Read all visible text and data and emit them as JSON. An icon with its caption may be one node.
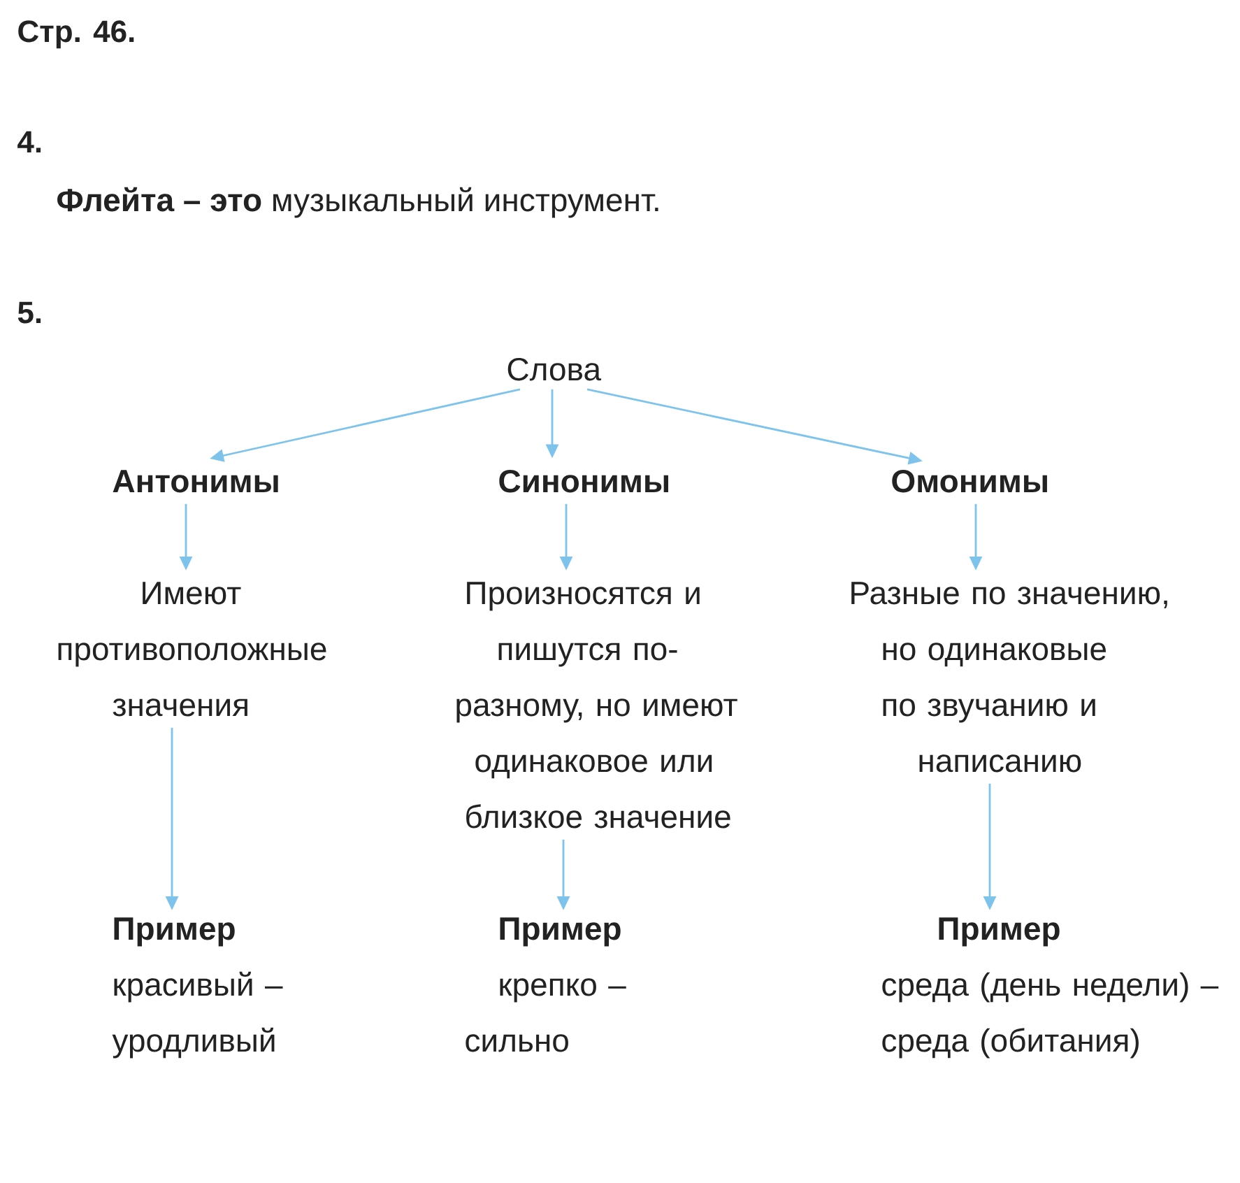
{
  "diagram": {
    "nodes": [
      {
        "text": [
          "Слова"
        ]
      },
      {
        "text": [
          "Антонимы"
        ]
      },
      {
        "text": [
          "Синонимы"
        ]
      },
      {
        "text": [
          "Омонимы"
        ]
      },
      {
        "text": [
          "Имеют противоположные значения"
        ]
      },
      {
        "text": [
          "Произносятся и пишутся по-разному, но имеют одинаковое или близкое значение"
        ]
      },
      {
        "text": [
          "Разные по значению, но одинаковые по звучанию и написанию"
        ]
      },
      {
        "text": [
          "Пример",
          "красивый – уродливый"
        ]
      },
      {
        "text": [
          "Пример",
          "крепко – сильно"
        ]
      },
      {
        "text": [
          "Пример",
          "среда (день недели) – среда (обитания)"
        ]
      }
    ],
    "edges": [
      {
        "from": 0,
        "to": 1,
        "arrow": "to"
      },
      {
        "from": 0,
        "to": 2,
        "arrow": "to"
      },
      {
        "from": 0,
        "to": 3,
        "arrow": "to"
      },
      {
        "from": 1,
        "to": 4,
        "arrow": "to"
      },
      {
        "from": 2,
        "to": 5,
        "arrow": "to"
      },
      {
        "from": 3,
        "to": 6,
        "arrow": "to"
      },
      {
        "from": 4,
        "to": 7,
        "arrow": "to"
      },
      {
        "from": 5,
        "to": 8,
        "arrow": "to"
      },
      {
        "from": 6,
        "to": 9,
        "arrow": "to"
      }
    ],
    "labels": [
      "Стр. 46.",
      "4.",
      "**Флейта – это** музыкальный инструмент.",
      "5."
    ]
  }
}
